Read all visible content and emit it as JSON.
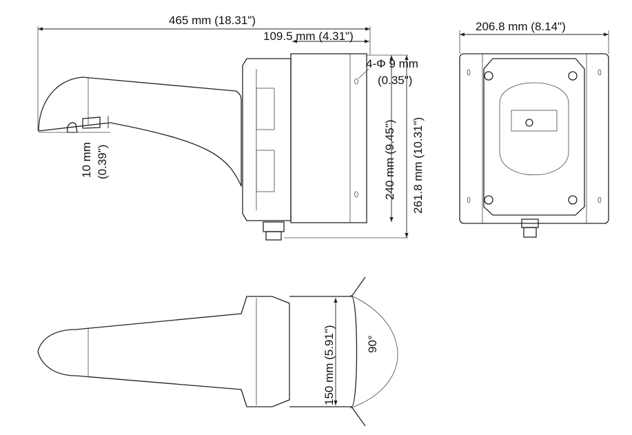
{
  "dimensions": {
    "overall_length": "465 mm (18.31\")",
    "box_depth": "109.5 mm (4.31\")",
    "hole_spec": "4-Φ 9 mm",
    "hole_spec_inch": "(0.35\")",
    "offset": "10 mm",
    "offset_inch": "(0.39\")",
    "hole_spacing": "240 mm (9.45\")",
    "plate_height": "261.8 mm (10.31\")",
    "plate_width": "206.8 mm (8.14\")",
    "pole_spacing": "150 mm (5.91\")",
    "angle": "90°"
  }
}
